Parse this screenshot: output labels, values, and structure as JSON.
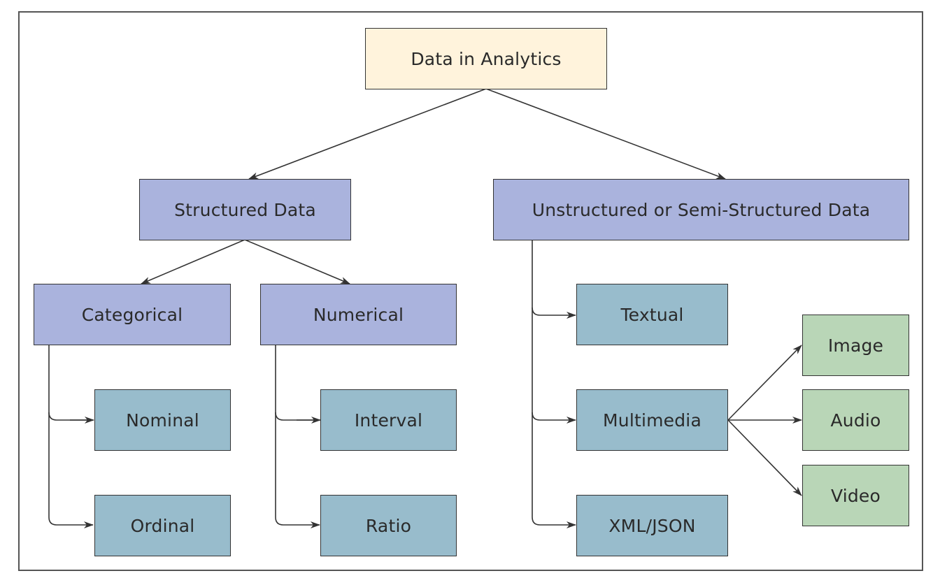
{
  "diagram": {
    "root": "Data in Analytics",
    "structured": {
      "label": "Structured Data",
      "categorical": {
        "label": "Categorical",
        "children": [
          "Nominal",
          "Ordinal"
        ]
      },
      "numerical": {
        "label": "Numerical",
        "children": [
          "Interval",
          "Ratio"
        ]
      }
    },
    "unstructured": {
      "label": "Unstructured or Semi-Structured Data",
      "textual": "Textual",
      "multimedia": {
        "label": "Multimedia",
        "children": [
          "Image",
          "Audio",
          "Video"
        ]
      },
      "xml_json": "XML/JSON"
    }
  },
  "colors": {
    "root_fill": "#fff3dc",
    "category_fill": "#aab3dd",
    "leaf_fill": "#98bccc",
    "media_fill": "#b9d6b7",
    "line": "#333333"
  }
}
